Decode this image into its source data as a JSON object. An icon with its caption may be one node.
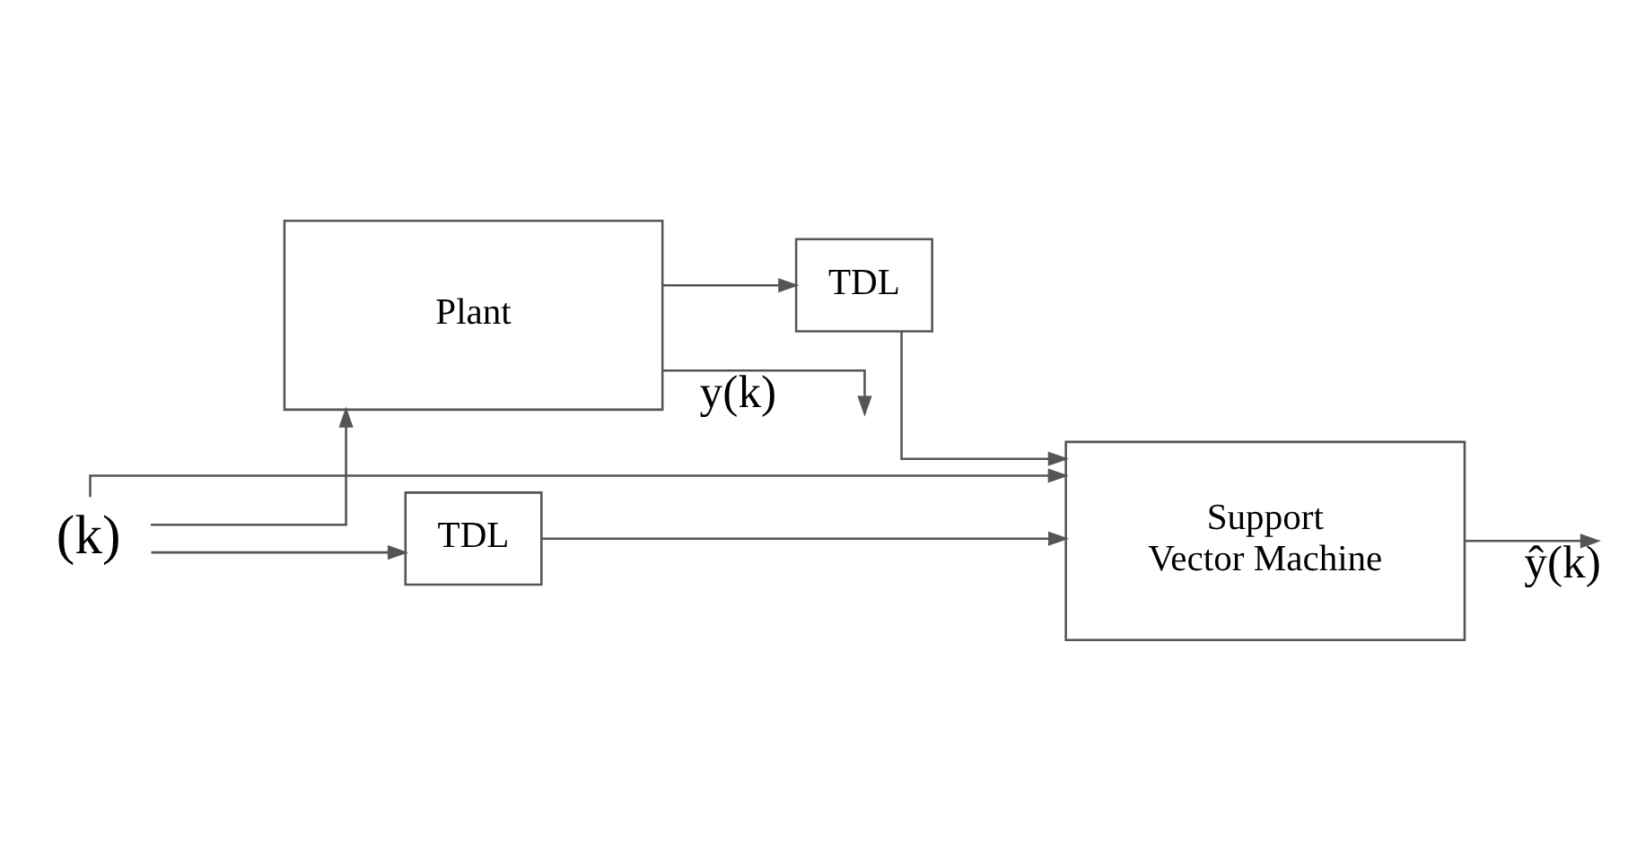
{
  "diagram": {
    "nodes": [
      {
        "text": [
          "(k)"
        ]
      },
      {
        "text": [
          "Plant"
        ]
      },
      {
        "text": [
          "TDL"
        ]
      },
      {
        "text": [
          "TDL"
        ]
      },
      {
        "text": [
          "Support Vector Machine"
        ]
      }
    ],
    "edges": [
      {
        "from": 0,
        "to": 1,
        "arrow": "to"
      },
      {
        "from": 0,
        "to": 3,
        "arrow": "to"
      },
      {
        "from": 0,
        "to": 4,
        "arrow": "to"
      },
      {
        "from": 1,
        "to": null,
        "arrow": "to",
        "label": "y(k)"
      },
      {
        "from": 1,
        "to": 2,
        "arrow": "to"
      },
      {
        "from": 2,
        "to": 4,
        "arrow": "to"
      },
      {
        "from": 3,
        "to": 4,
        "arrow": "to"
      },
      {
        "from": 4,
        "to": null,
        "arrow": "to",
        "label": "ŷ(k)"
      }
    ]
  }
}
